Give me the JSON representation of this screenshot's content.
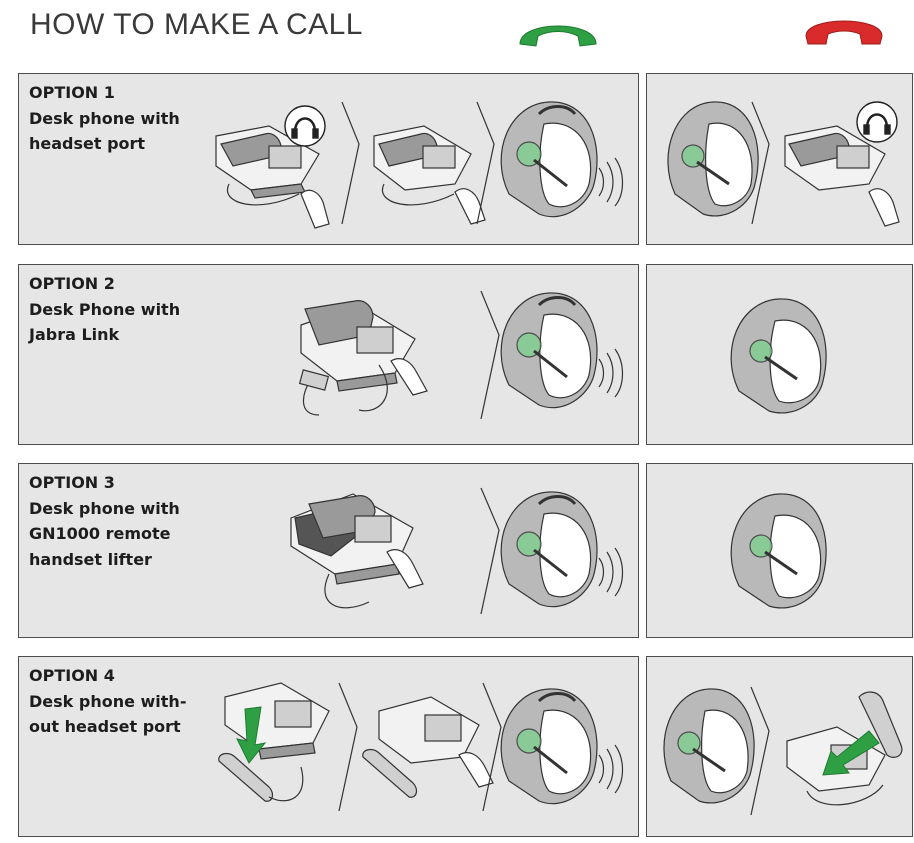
{
  "header": {
    "title": "HOW TO MAKE A CALL",
    "answer_icon": "phone-answer-icon",
    "end_icon": "phone-end-icon",
    "answer_color": "#2ea043",
    "end_color": "#d92b2b"
  },
  "options": [
    {
      "title": "OPTION 1",
      "description": "Desk phone with headset port"
    },
    {
      "title": "OPTION 2",
      "description": "Desk Phone with Jabra Link"
    },
    {
      "title": "OPTION 3",
      "description": "Desk phone with GN1000 remote handset lifter"
    },
    {
      "title": "OPTION 4",
      "description": "Desk phone with-out headset port"
    }
  ],
  "colors": {
    "panel_bg": "#e6e6e6",
    "panel_border": "#4d4d4d",
    "ear_highlight": "#7fcf8f",
    "arrow_green": "#2ea043"
  }
}
